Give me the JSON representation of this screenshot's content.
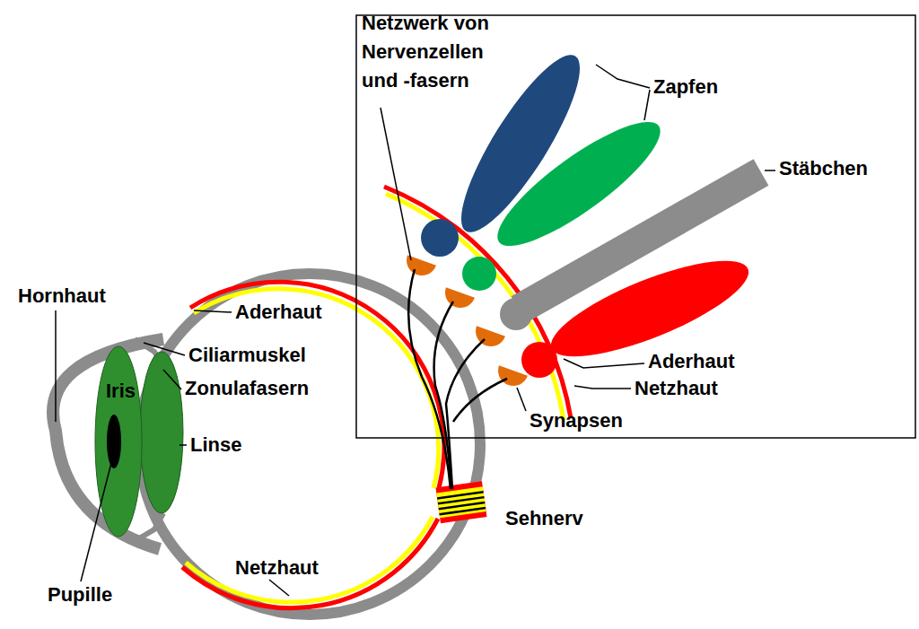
{
  "diagram": {
    "labels": [
      "Netzwerk von Nervenzellen und -fasern",
      "Zapfen",
      "Stäbchen",
      "Hornhaut",
      "Aderhaut",
      "Ciliarmuskel",
      "Iris",
      "Zonulafasern",
      "Aderhaut",
      "Netzhaut",
      "Linse",
      "Synapsen",
      "Sehnerv",
      "Pupille",
      "Netzhaut"
    ]
  }
}
